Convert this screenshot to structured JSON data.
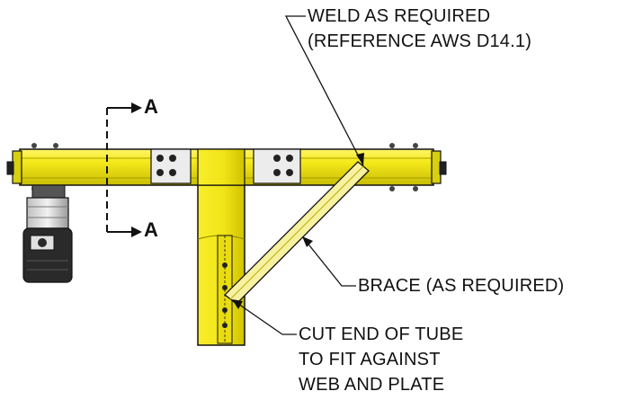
{
  "annotations": {
    "weld": {
      "line1": "WELD AS REQUIRED",
      "line2": "(REFERENCE AWS D14.1)"
    },
    "brace": {
      "line1": "BRACE (AS REQUIRED)"
    },
    "cut_end": {
      "line1": "CUT END OF TUBE",
      "line2": "TO FIT AGAINST",
      "line3": "WEB AND PLATE"
    },
    "section": {
      "top_letter": "A",
      "bottom_letter": "A"
    }
  },
  "colors": {
    "steel_yellow": "#f5ea1a",
    "steel_shadow": "#c8bd00",
    "outline": "#111111",
    "plate": "#ececec",
    "motor_dark": "#2a2a2a"
  }
}
